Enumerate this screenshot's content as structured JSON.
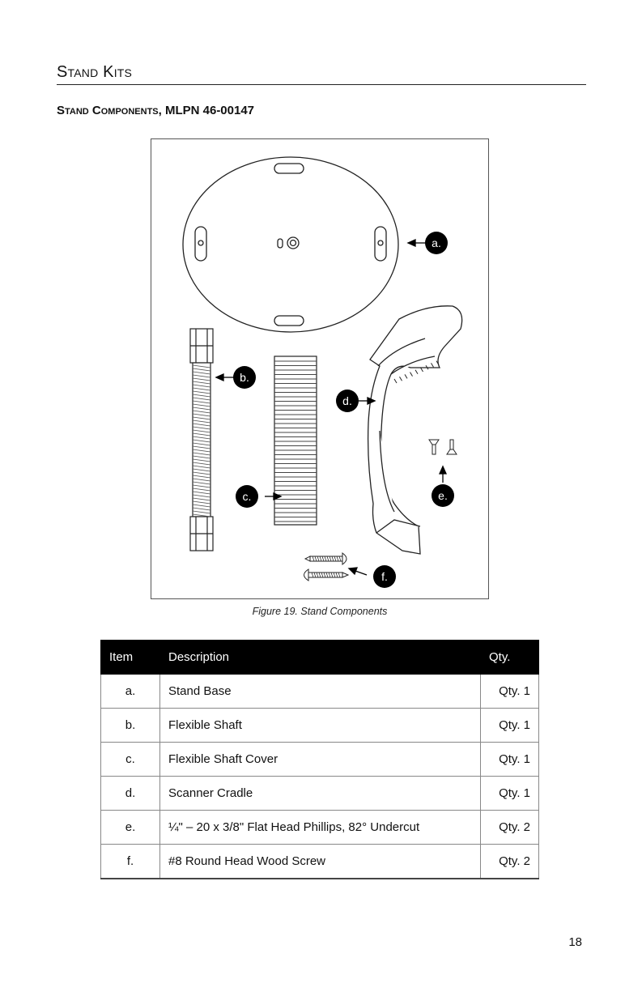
{
  "section": {
    "title": "Stand Kits"
  },
  "subsection": {
    "title": "Stand Components, MLPN 46-00147"
  },
  "figure": {
    "caption": "Figure 19. Stand Components",
    "callouts": {
      "a": "a.",
      "b": "b.",
      "c": "c.",
      "d": "d.",
      "e": "e.",
      "f": "f."
    }
  },
  "table": {
    "headers": {
      "item": "Item",
      "description": "Description",
      "qty": "Qty."
    },
    "rows": [
      {
        "item": "a.",
        "description": "Stand Base",
        "qty": "Qty. 1"
      },
      {
        "item": "b.",
        "description": "Flexible Shaft",
        "qty": "Qty. 1"
      },
      {
        "item": "c.",
        "description": "Flexible Shaft Cover",
        "qty": "Qty. 1"
      },
      {
        "item": "d.",
        "description": "Scanner Cradle",
        "qty": "Qty. 1"
      },
      {
        "item": "e.",
        "description": "¼\" – 20 x 3/8\" Flat Head Phillips, 82° Undercut",
        "qty": "Qty. 2"
      },
      {
        "item": "f.",
        "description": "#8 Round Head Wood Screw",
        "qty": "Qty. 2"
      }
    ]
  },
  "page": {
    "number": "18"
  }
}
